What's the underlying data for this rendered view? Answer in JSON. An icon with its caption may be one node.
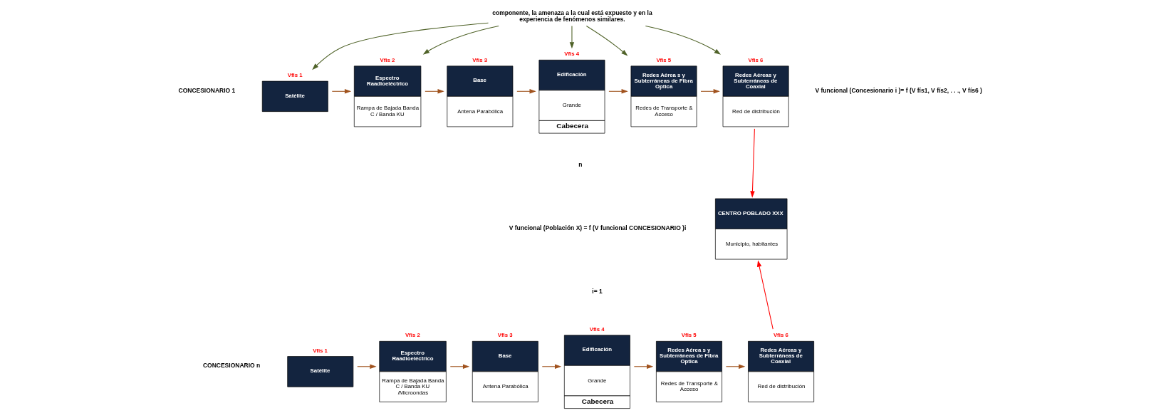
{
  "diagram": {
    "nodes": [
      {
        "text": [
          "componente, la amenaza a la cual está expuesto y en la experiencia de fenómenos similares."
        ]
      },
      {
        "text": [
          "Satélite"
        ],
        "beside": [
          "Vfis 1"
        ]
      },
      {
        "text": [
          "Espectro Raadioeléctrico",
          "Rampa de Bajada Banda C / Banda KU"
        ],
        "beside": [
          "Vfis 2"
        ]
      },
      {
        "text": [
          "Base",
          "Antena Parabólica"
        ],
        "beside": [
          "Vfis 3"
        ]
      },
      {
        "text": [
          "Edificación",
          "Grande",
          "Cabecera"
        ],
        "beside": [
          "Vfis 4"
        ]
      },
      {
        "text": [
          "Redes Aérea s y Subterráneas de Fibra Optica",
          "Redes de Transporte & Acceso"
        ],
        "beside": [
          "Vfis 5"
        ]
      },
      {
        "text": [
          "Redes Aéreas y Subterráneas de Coaxial",
          "Red de distribución"
        ],
        "beside": [
          "Vfis 6"
        ]
      },
      {
        "text": [
          "Satélite"
        ],
        "beside": [
          "Vfis 1"
        ]
      },
      {
        "text": [
          "Espectro Raadioeléctrico",
          "Rampa de Bajada Banda C / Banda KU /Microondas"
        ],
        "beside": [
          "Vfis 2"
        ]
      },
      {
        "text": [
          "Base",
          "Antena Parabólica"
        ],
        "beside": [
          "Vfis 3"
        ]
      },
      {
        "text": [
          "Edificación",
          "Grande",
          "Cabecera"
        ],
        "beside": [
          "Vfis 4"
        ]
      },
      {
        "text": [
          "Redes Aérea s y Subterráneas de Fibra Optica",
          "Redes de Transporte & Acceso"
        ],
        "beside": [
          "Vfis 5"
        ]
      },
      {
        "text": [
          "Redes Aéreas y Subterráneas de Coaxial",
          "Red de distribución"
        ],
        "beside": [
          "Vfis 6"
        ]
      },
      {
        "text": [
          "CENTRO POBLADO XXX",
          "Municipio, habitantes"
        ]
      }
    ],
    "edges": [
      {
        "from": 0,
        "to": 1,
        "arrow": "to",
        "color": "#4f6228"
      },
      {
        "from": 0,
        "to": 2,
        "arrow": "to",
        "color": "#4f6228"
      },
      {
        "from": 0,
        "to": 4,
        "arrow": "to",
        "color": "#4f6228"
      },
      {
        "from": 0,
        "to": 5,
        "arrow": "to",
        "color": "#4f6228"
      },
      {
        "from": 0,
        "to": 6,
        "arrow": "to",
        "color": "#4f6228"
      },
      {
        "from": 1,
        "to": 2,
        "arrow": "to"
      },
      {
        "from": 2,
        "to": 3,
        "arrow": "to"
      },
      {
        "from": 3,
        "to": 4,
        "arrow": "to"
      },
      {
        "from": 4,
        "to": 5,
        "arrow": "to"
      },
      {
        "from": 5,
        "to": 6,
        "arrow": "to"
      },
      {
        "from": 7,
        "to": 8,
        "arrow": "to"
      },
      {
        "from": 8,
        "to": 9,
        "arrow": "to"
      },
      {
        "from": 9,
        "to": 10,
        "arrow": "to"
      },
      {
        "from": 10,
        "to": 11,
        "arrow": "to"
      },
      {
        "from": 11,
        "to": 12,
        "arrow": "to"
      },
      {
        "from": 6,
        "to": 13,
        "arrow": "to",
        "color": "#ff0000"
      },
      {
        "from": 12,
        "to": 13,
        "arrow": "to",
        "color": "#ff0000"
      }
    ],
    "labels": [
      "CONCESIONARIO 1",
      "V funcional (Concesionario i )= f (V fís1, V fís2, . . ., V fís6 )",
      "n",
      "V funcional (Población X) = f (V funcional CONCESIONARIO )i",
      "i= 1",
      "CONCESIONARIO n"
    ]
  }
}
